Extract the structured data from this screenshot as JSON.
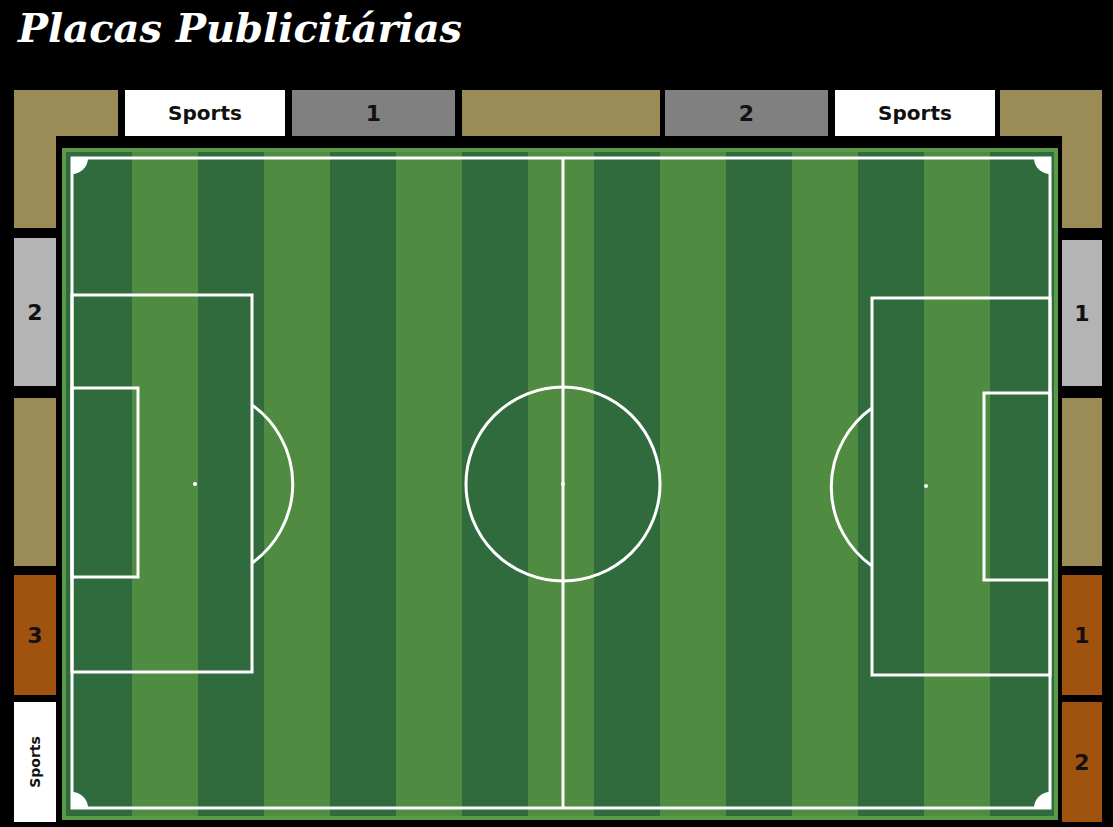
{
  "diagram": {
    "title": "Placas Publicitárias",
    "nodes": [
      {
        "text": [
          "Sports"
        ]
      },
      {
        "text": [
          "1"
        ]
      },
      {
        "text": [
          "2"
        ]
      },
      {
        "text": [
          "Sports"
        ]
      },
      {
        "text": [
          "2"
        ]
      },
      {
        "text": [
          "1"
        ]
      },
      {
        "text": [
          "3"
        ]
      },
      {
        "text": [
          "1"
        ]
      },
      {
        "text": [
          "Sports"
        ]
      },
      {
        "text": [
          "2"
        ]
      }
    ]
  }
}
